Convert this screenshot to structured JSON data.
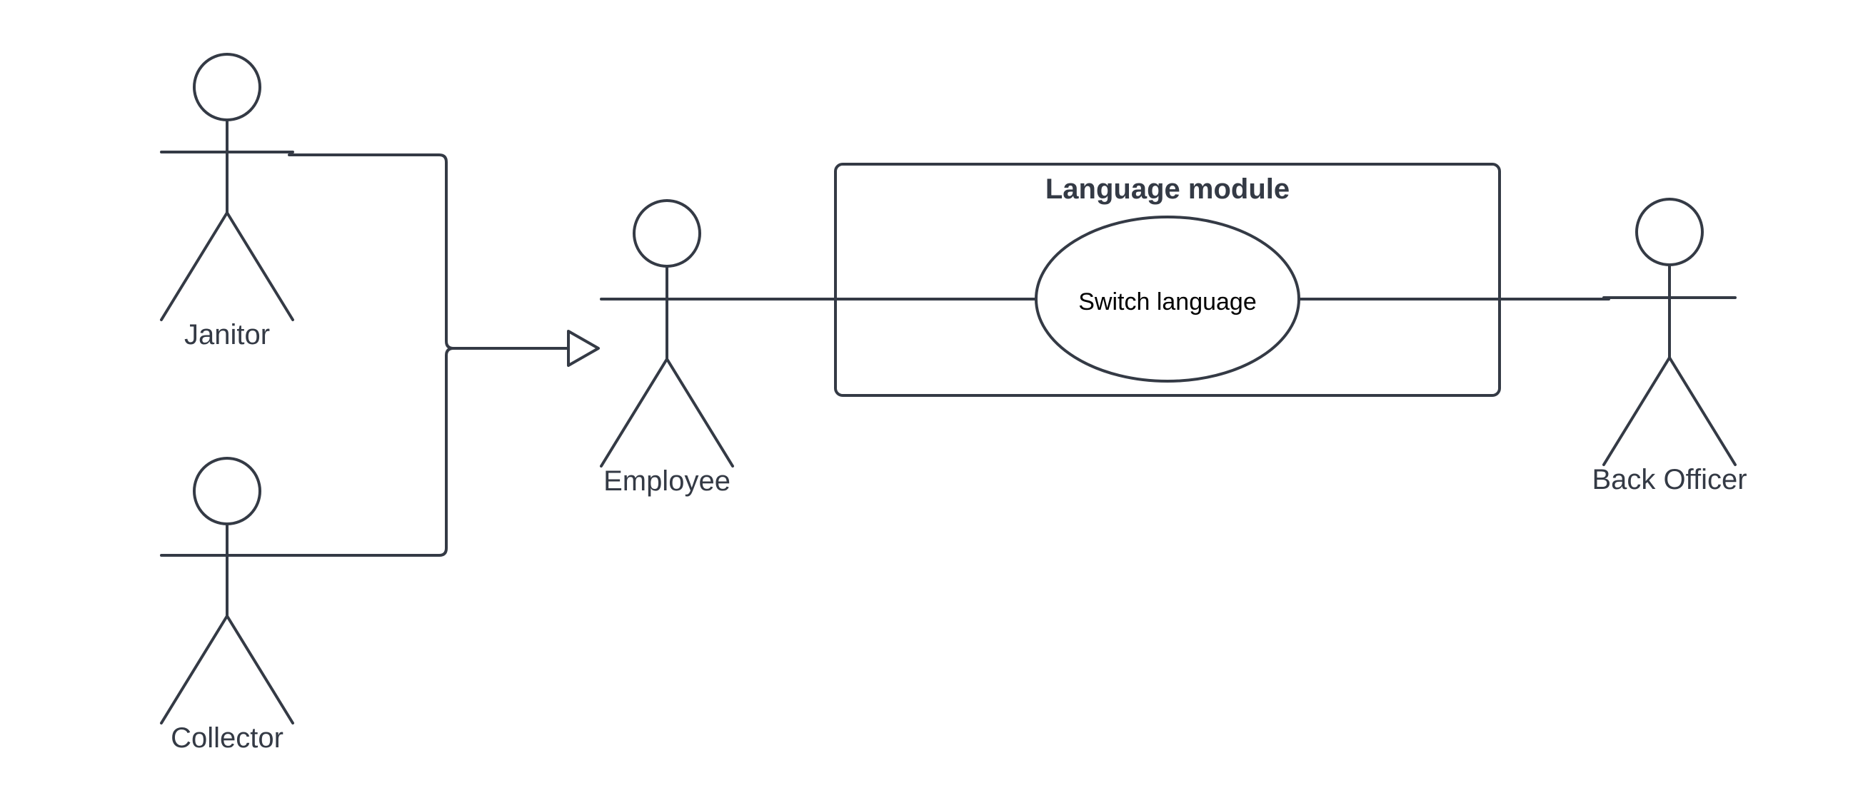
{
  "diagram": {
    "type": "UML use case diagram",
    "system_boundary": {
      "title": "Language module"
    },
    "use_cases": [
      {
        "label": "Switch language"
      }
    ],
    "actors": [
      {
        "id": "janitor",
        "label": "Janitor"
      },
      {
        "id": "collector",
        "label": "Collector"
      },
      {
        "id": "employee",
        "label": "Employee"
      },
      {
        "id": "back_officer",
        "label": "Back Officer"
      }
    ],
    "relationships": [
      {
        "type": "generalization",
        "from": "Janitor",
        "to": "Employee"
      },
      {
        "type": "generalization",
        "from": "Collector",
        "to": "Employee"
      },
      {
        "type": "association",
        "from": "Employee",
        "to": "Switch language"
      },
      {
        "type": "association",
        "from": "Back Officer",
        "to": "Switch language"
      }
    ],
    "colors": {
      "line": "#343a45",
      "text": "#343a45",
      "usecase_text": "#000000",
      "background": "#ffffff"
    }
  }
}
